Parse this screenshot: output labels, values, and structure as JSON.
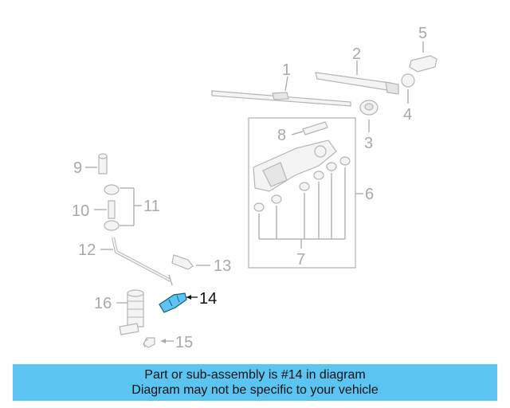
{
  "diagram": {
    "callouts": [
      "1",
      "2",
      "3",
      "4",
      "5",
      "6",
      "7",
      "8",
      "9",
      "10",
      "11",
      "12",
      "13",
      "14",
      "15",
      "16"
    ],
    "highlighted_callout": "14",
    "highlight_color": "#5bc4f1",
    "part_color": "#b5b5b5"
  },
  "caption": {
    "line1": "Part or sub-assembly is #14 in diagram",
    "line2": "Diagram may not be specific to your vehicle",
    "background": "#5bc4f1"
  }
}
